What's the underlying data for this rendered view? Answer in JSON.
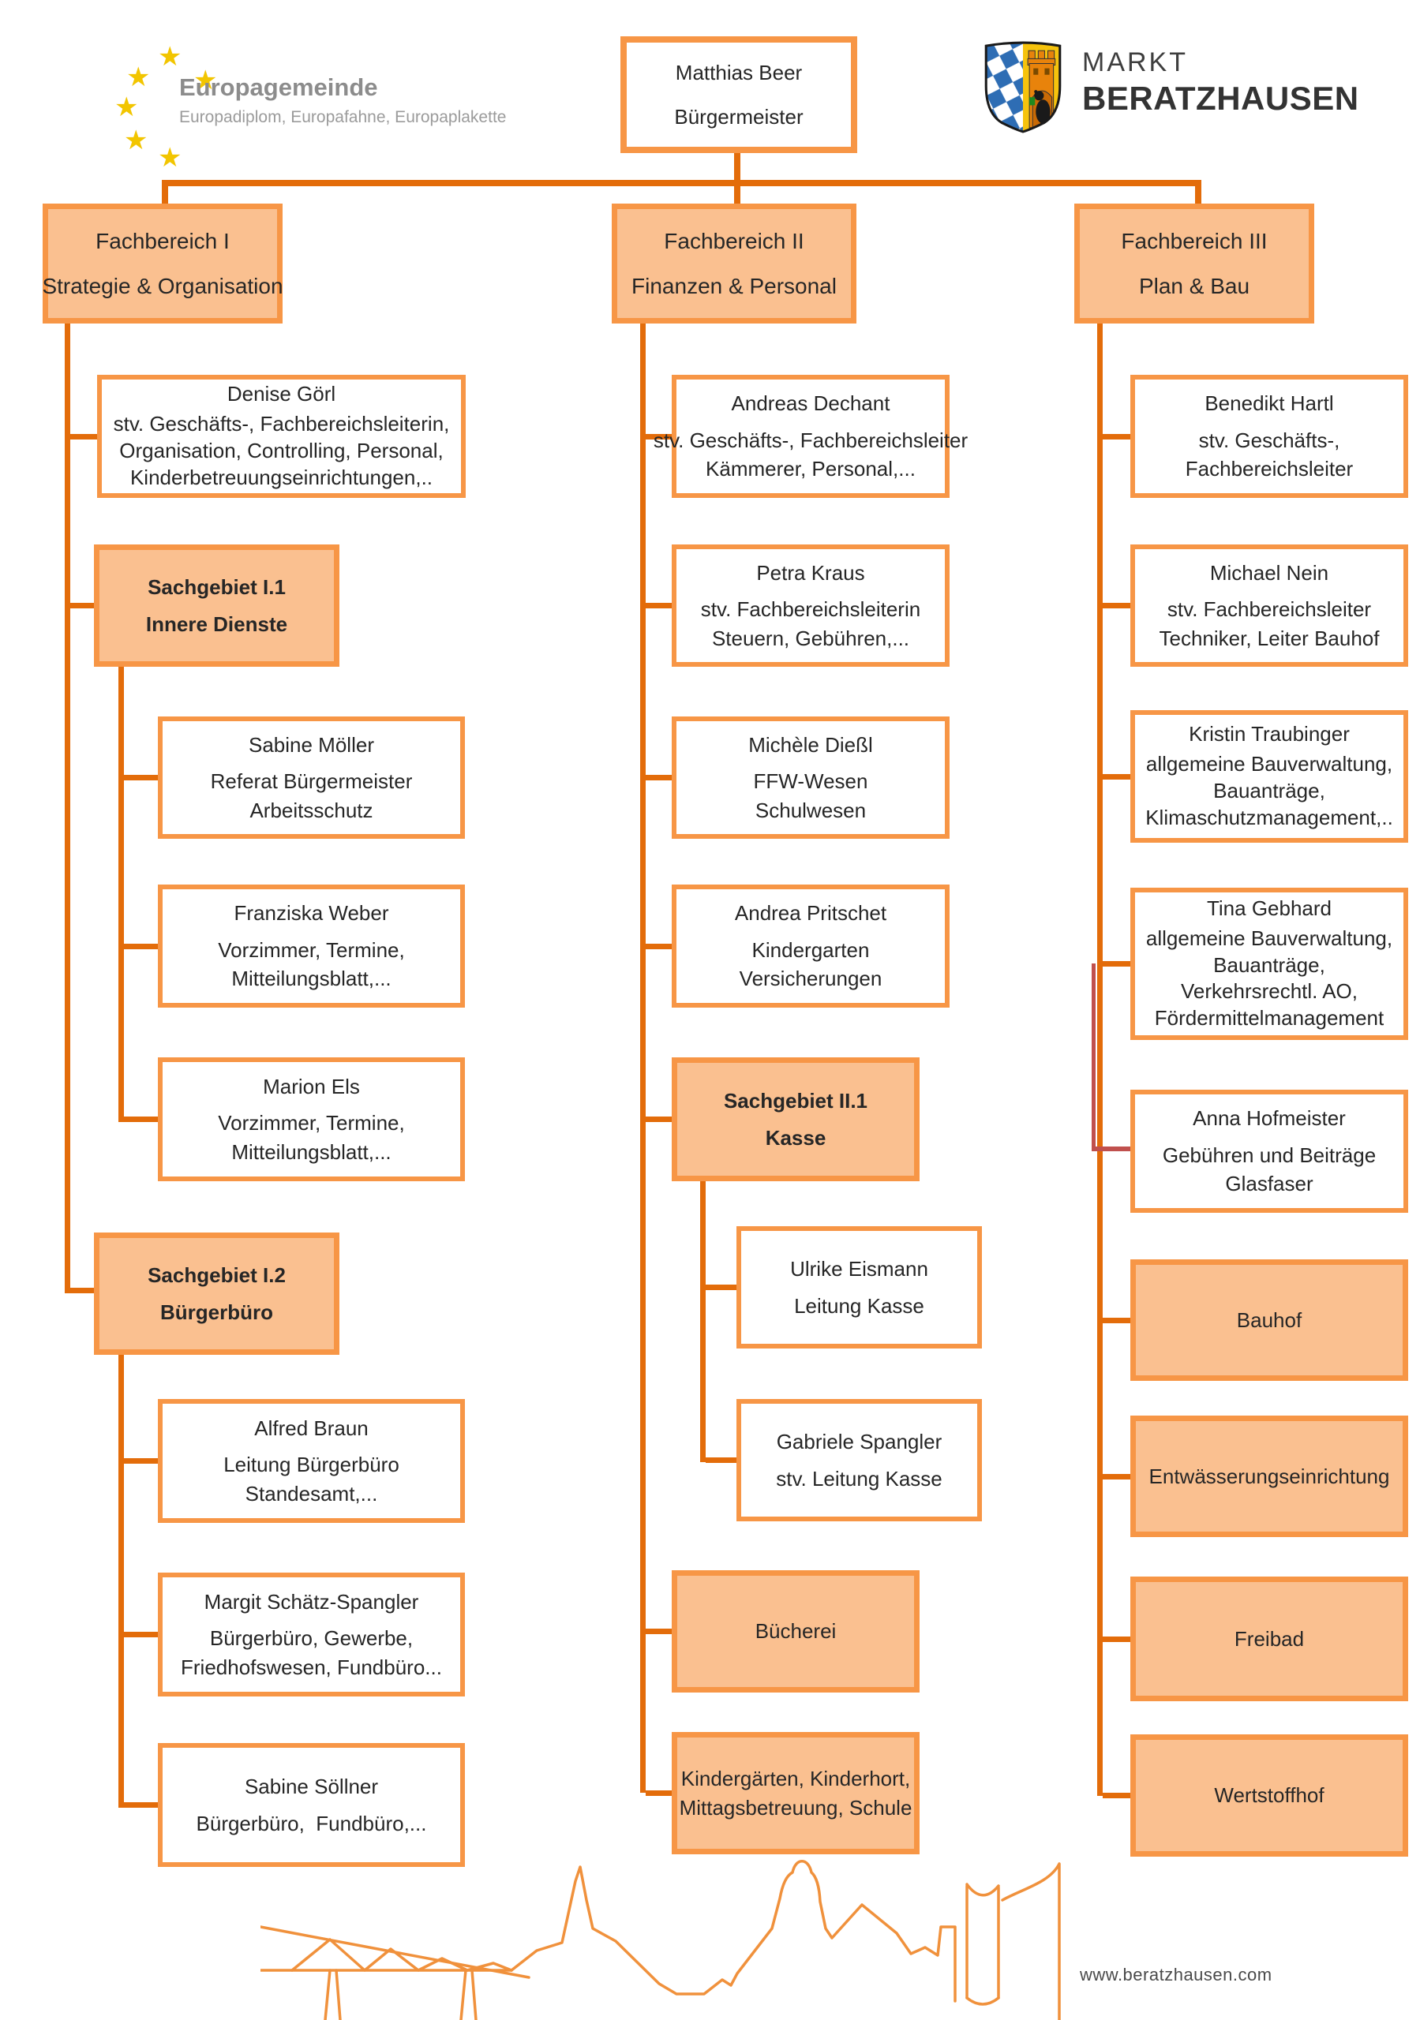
{
  "page": {
    "website": "www.beratzhausen.com"
  },
  "logos": {
    "europagemeinde": {
      "title": "Europagemeinde",
      "subtitle": "Europadiplom, Europafahne, Europaplakette",
      "star_icon": "euro-star-icon"
    },
    "markt": {
      "line1": "MARKT",
      "line2": "BERATZHAUSEN",
      "icon": "beratzhausen-coat-of-arms-icon"
    }
  },
  "colors": {
    "box_border_orange": "#F79646",
    "box_fill_orange": "#FAC090",
    "connector_orange": "#E36C0A",
    "connector_red": "#C0504D",
    "skyline_orange": "#F0913C",
    "star_gold": "#F2C500",
    "text_dark": "#262626",
    "logo_gray": "#8C8C8C"
  },
  "boxes": {
    "root": {
      "lines": [
        "Matthias Beer",
        "Bürgermeister"
      ]
    },
    "fb1": {
      "lines": [
        "Fachbereich I",
        "Strategie & Organisation"
      ]
    },
    "fb2": {
      "lines": [
        "Fachbereich II",
        "Finanzen & Personal"
      ]
    },
    "fb3": {
      "lines": [
        "Fachbereich III",
        "Plan & Bau"
      ]
    },
    "goerl": {
      "lines": [
        "Denise Görl",
        "stv. Geschäfts-, Fachbereichsleiterin,",
        "Organisation, Controlling, Personal,",
        "Kinderbetreuungseinrichtungen,.."
      ]
    },
    "sg11": {
      "lines": [
        "Sachgebiet I.1",
        "Innere Dienste"
      ]
    },
    "moeller": {
      "lines": [
        "Sabine Möller",
        "Referat Bürgermeister",
        "Arbeitsschutz"
      ]
    },
    "weber": {
      "lines": [
        "Franziska Weber",
        "Vorzimmer, Termine,",
        "Mitteilungsblatt,..."
      ]
    },
    "els": {
      "lines": [
        "Marion Els",
        "Vorzimmer, Termine,",
        "Mitteilungsblatt,..."
      ]
    },
    "sg12": {
      "lines": [
        "Sachgebiet I.2",
        "Bürgerbüro"
      ]
    },
    "braun": {
      "lines": [
        "Alfred Braun",
        "Leitung Bürgerbüro",
        "Standesamt,..."
      ]
    },
    "schaetz": {
      "lines": [
        "Margit Schätz-Spangler",
        "Bürgerbüro, Gewerbe,",
        "Friedhofswesen, Fundbüro..."
      ]
    },
    "soellner": {
      "lines": [
        "Sabine Söllner",
        "Bürgerbüro,  Fundbüro,..."
      ]
    },
    "dechant": {
      "lines": [
        "Andreas Dechant",
        "stv. Geschäfts-, Fachbereichsleiter",
        "Kämmerer, Personal,..."
      ]
    },
    "kraus": {
      "lines": [
        "Petra Kraus",
        "stv. Fachbereichsleiterin",
        "Steuern, Gebühren,..."
      ]
    },
    "diessl": {
      "lines": [
        "Michèle Dießl",
        "FFW-Wesen",
        "Schulwesen"
      ]
    },
    "pritschet": {
      "lines": [
        "Andrea Pritschet",
        "Kindergarten",
        "Versicherungen"
      ]
    },
    "sg21": {
      "lines": [
        "Sachgebiet II.1",
        "Kasse"
      ]
    },
    "eismann": {
      "lines": [
        "Ulrike Eismann",
        "Leitung Kasse"
      ]
    },
    "spangler": {
      "lines": [
        "Gabriele Spangler",
        "stv. Leitung Kasse"
      ]
    },
    "buecherei": {
      "lines": [
        "Bücherei"
      ]
    },
    "kindergaerten": {
      "lines": [
        "Kindergärten, Kinderhort,",
        "Mittagsbetreuung, Schule"
      ]
    },
    "hartl": {
      "lines": [
        "Benedikt Hartl",
        "stv. Geschäfts-,",
        "Fachbereichsleiter"
      ]
    },
    "nein": {
      "lines": [
        "Michael Nein",
        "stv. Fachbereichsleiter",
        "Techniker, Leiter Bauhof"
      ]
    },
    "traubinger": {
      "lines": [
        "Kristin Traubinger",
        "allgemeine Bauverwaltung,",
        "Bauanträge,",
        "Klimaschutzmanagement,.."
      ]
    },
    "gebhard": {
      "lines": [
        "Tina Gebhard",
        "allgemeine Bauverwaltung,",
        "Bauanträge,",
        "Verkehrsrechtl. AO,",
        "Fördermittelmanagement"
      ]
    },
    "hofmeister": {
      "lines": [
        "Anna Hofmeister",
        "Gebühren und Beiträge",
        "Glasfaser"
      ]
    },
    "bauhof": {
      "lines": [
        "Bauhof"
      ]
    },
    "entwaesserung": {
      "lines": [
        "Entwässerungseinrichtung"
      ]
    },
    "freibad": {
      "lines": [
        "Freibad"
      ]
    },
    "wertstoffhof": {
      "lines": [
        "Wertstoffhof"
      ]
    }
  }
}
